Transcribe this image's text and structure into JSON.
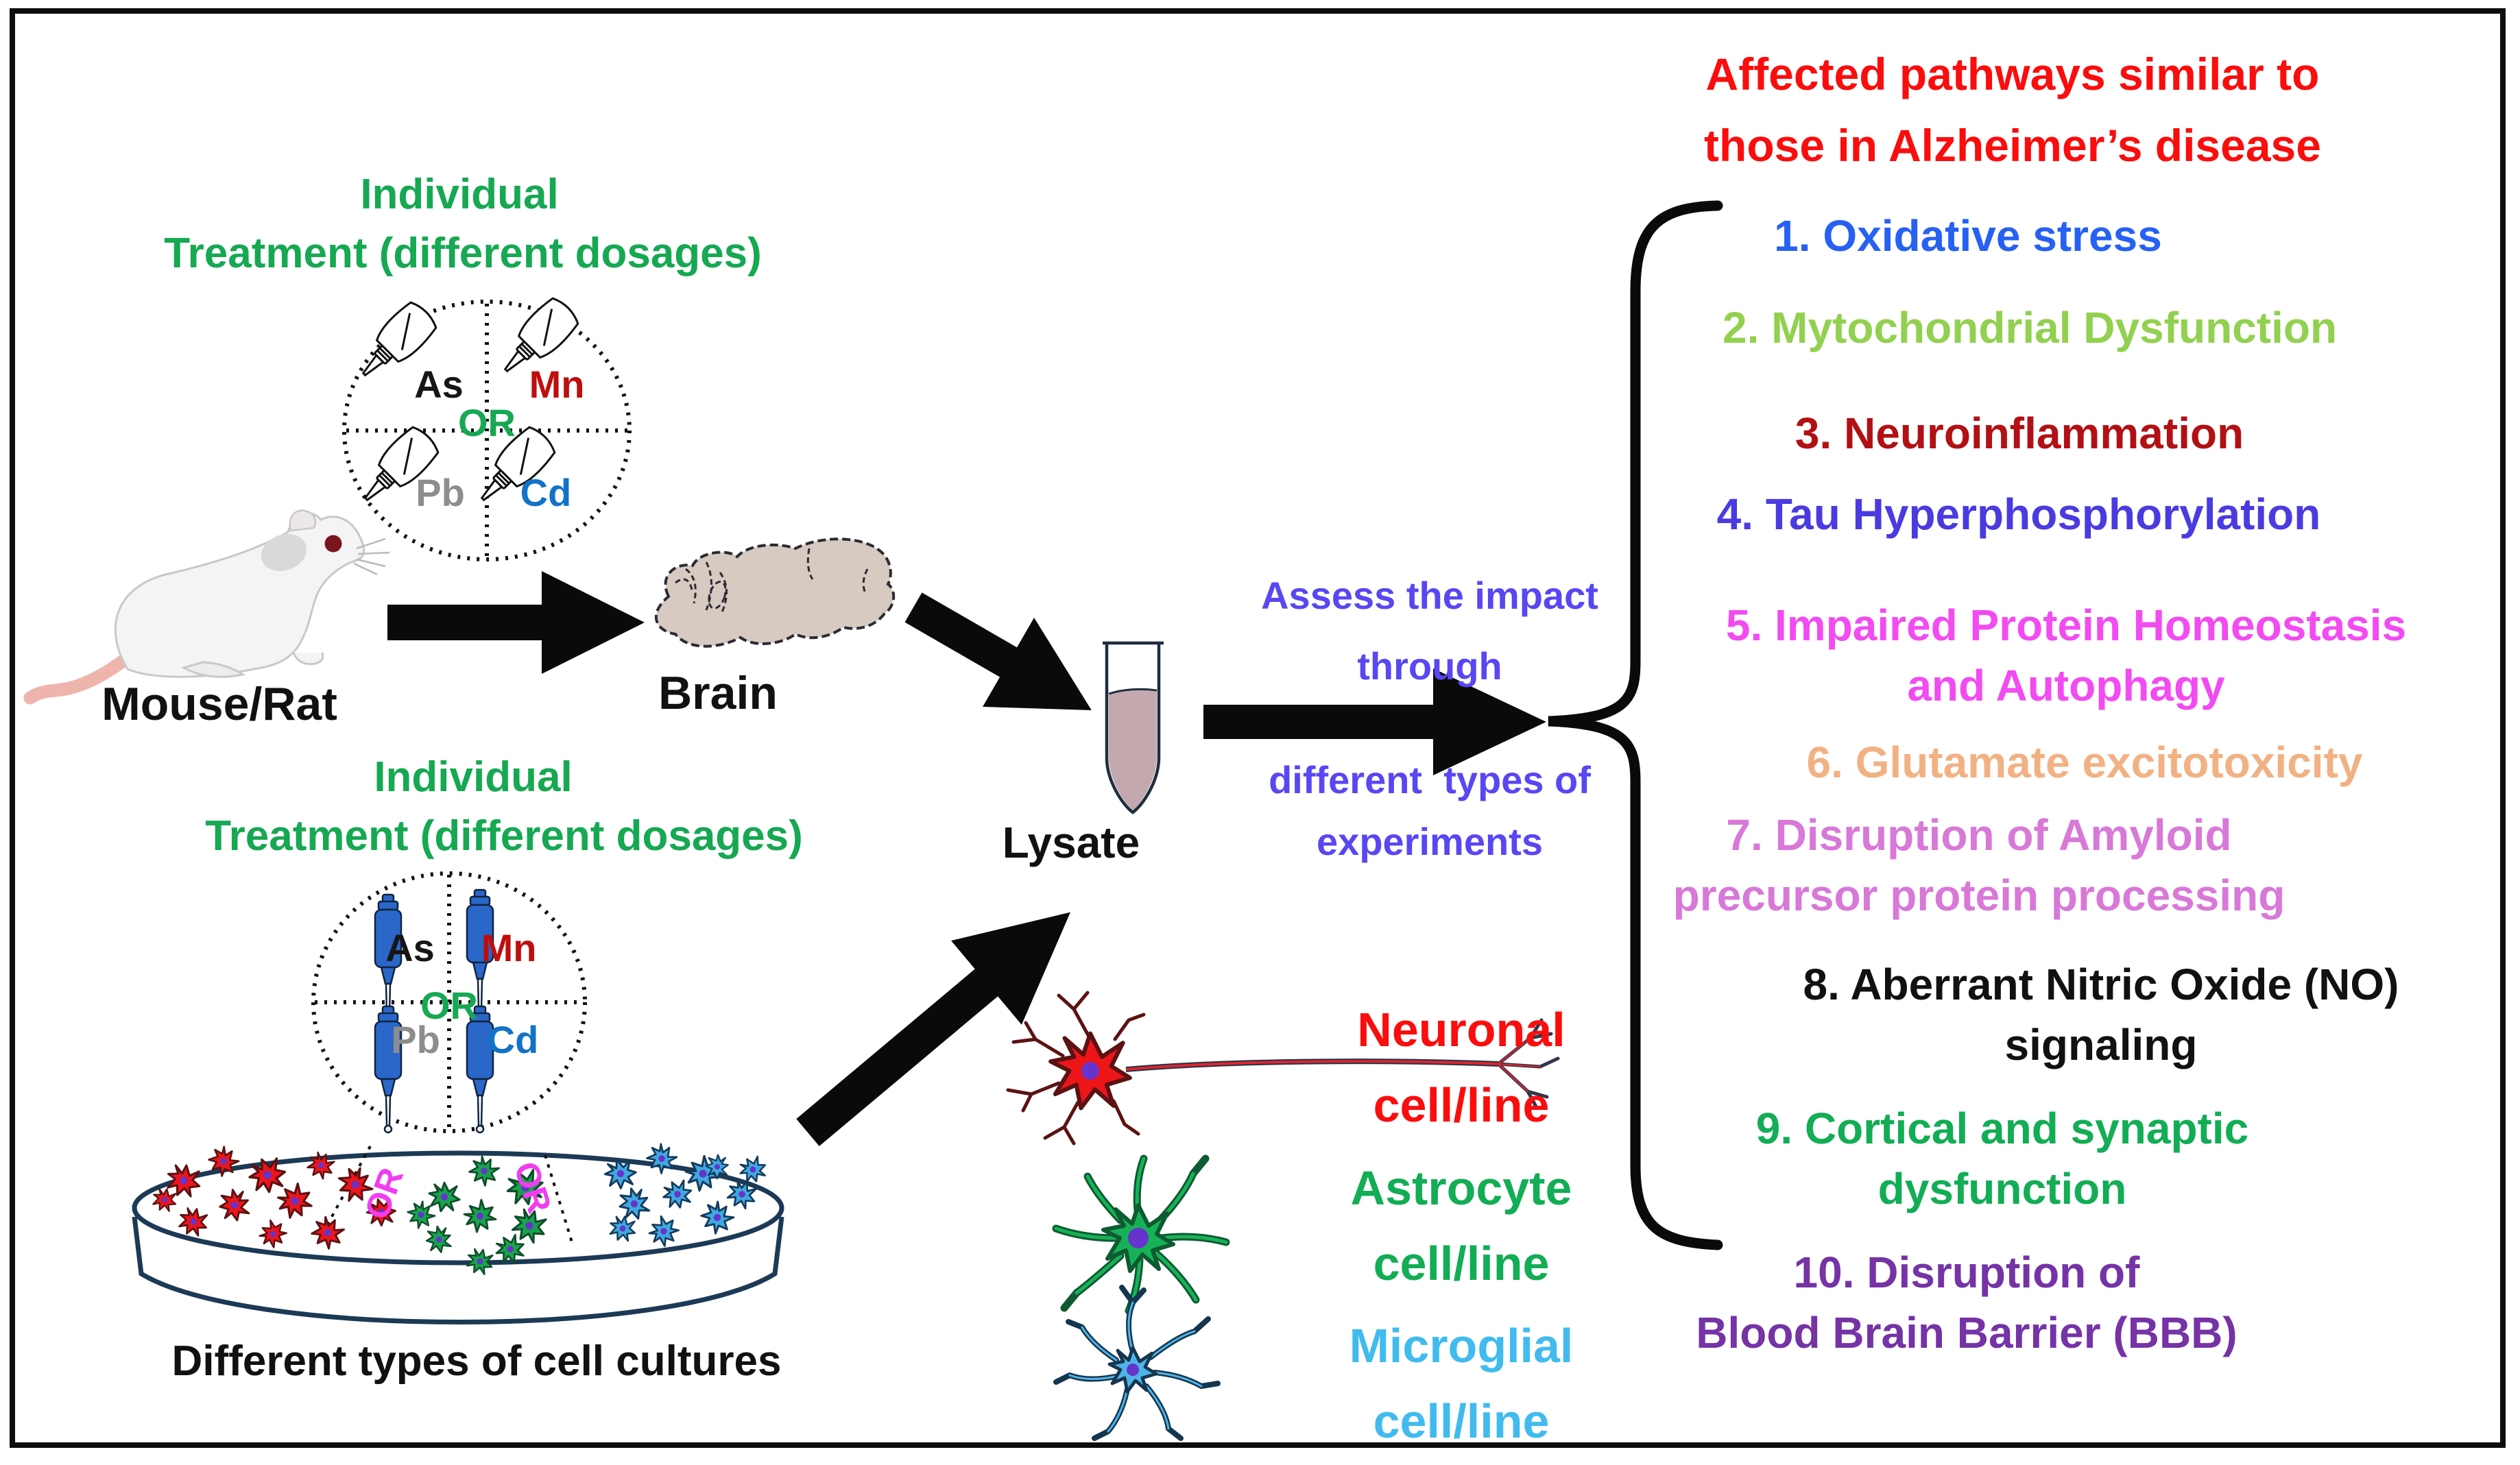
{
  "top_flow": {
    "treatment": {
      "line1": "Individual",
      "line2": "Treatment (different dosages)",
      "color": "#16A852"
    },
    "metals": {
      "as": "As",
      "mn": "Mn",
      "pb": "Pb",
      "cd": "Cd",
      "or": "OR",
      "as_color": "#161616",
      "mn_color": "#BE0E0E",
      "pb_color": "#8D8D8D",
      "cd_color": "#1272C8",
      "or_color": "#16A852"
    },
    "mouse_label": "Mouse/Rat",
    "brain_label": "Brain",
    "lysate_label": "Lysate",
    "labels_color": "#111111"
  },
  "bottom_flow": {
    "treatment": {
      "line1": "Individual",
      "line2": "Treatment (different dosages)",
      "color": "#16A852"
    },
    "metals": {
      "as": "As",
      "mn": "Mn",
      "pb": "Pb",
      "cd": "Cd",
      "or": "OR",
      "as_color": "#161616",
      "mn_color": "#BE0E0E",
      "pb_color": "#8D8D8D",
      "cd_color": "#1272C8",
      "or_color": "#16A852"
    },
    "dish": {
      "caption": "Different types of cell cultures",
      "or_left": "OR",
      "or_right": "OR",
      "or_color": "#F23CF2",
      "caption_color": "#111111"
    }
  },
  "assess": {
    "line1": "Assess the impact",
    "line2": "through",
    "line3": "different  types of",
    "line4": "experiments",
    "color": "#5847F2"
  },
  "cell_legend": {
    "items": [
      {
        "line1": "Neuronal",
        "line2": "cell/line",
        "color": "#FA0D0D"
      },
      {
        "line1": "Astrocyte",
        "line2": "cell/line",
        "color": "#12AD55"
      },
      {
        "line1": "Microglial",
        "line2": "cell/line",
        "color": "#41BBEE"
      }
    ]
  },
  "pathways": {
    "title_line1": "Affected pathways similar to",
    "title_line2": "those in Alzheimer’s disease",
    "title_color": "#FA0D0D",
    "items": [
      {
        "lines": [
          "1. Oxidative stress"
        ],
        "color": "#2761F3"
      },
      {
        "lines": [
          "2. Mytochondrial Dysfunction"
        ],
        "color": "#92D050"
      },
      {
        "lines": [
          "3. Neuroinflammation"
        ],
        "color": "#B21014"
      },
      {
        "lines": [
          "4. Tau Hyperphosphorylation"
        ],
        "color": "#4A3BE0"
      },
      {
        "lines": [
          "5. Impaired Protein Homeostasis",
          "and Autophagy"
        ],
        "color": "#F24BF2"
      },
      {
        "lines": [
          "6. Glutamate excitotoxicity"
        ],
        "color": "#F2B183"
      },
      {
        "lines": [
          "7. Disruption of Amyloid",
          "precursor protein processing"
        ],
        "color": "#D878D8"
      },
      {
        "lines": [
          "8. Aberrant Nitric Oxide (NO)",
          "signaling"
        ],
        "color": "#111111"
      },
      {
        "lines": [
          "9. Cortical and synaptic",
          "dysfunction"
        ],
        "color": "#12AD55"
      },
      {
        "lines": [
          "10. Disruption of",
          "Blood Brain Barrier (BBB)"
        ],
        "color": "#7533A6"
      }
    ]
  },
  "colors": {
    "arrow": "#0a0a0a",
    "brace": "#0a0a0a",
    "brain_fill": "#D6CAC1",
    "mouse_body": "#F4F4F4",
    "mouse_tail": "#EFB5AC",
    "mouse_eye": "#7A1520",
    "lysate_liquid": "#C3A9AE",
    "dish_outline": "#1C3A55",
    "neuron_cell": "#EE1519",
    "astrocyte_cell": "#17A44C",
    "microglia_cell": "#3FA8E0",
    "nucleus": "#6633CC",
    "pipette_blue": "#2B67C9"
  }
}
